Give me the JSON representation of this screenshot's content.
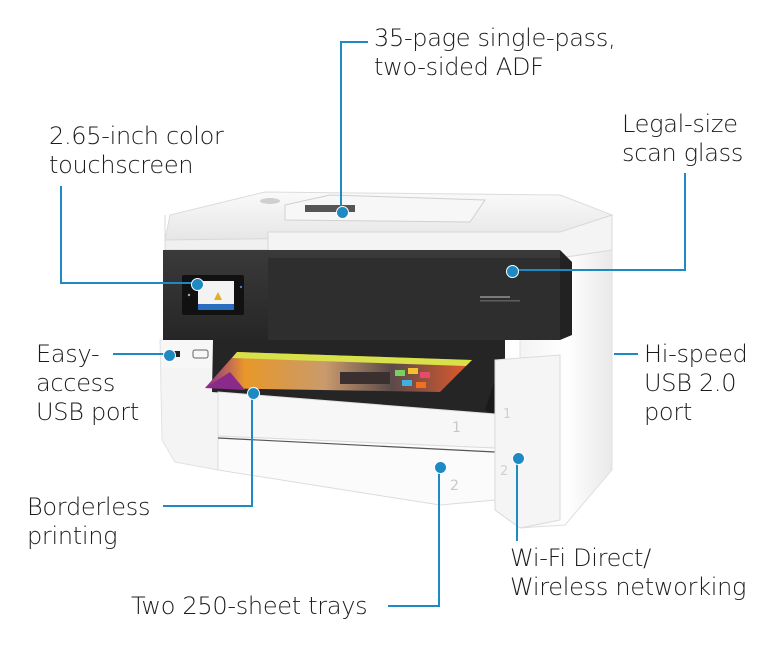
{
  "product_image": {
    "subject": "HP OfficeJet Pro wide-format all-in-one printer",
    "accent_color": "#1e8ac4",
    "tray_numbers": [
      "1",
      "1",
      "2",
      "2"
    ]
  },
  "callouts": [
    {
      "id": "adf",
      "lines": [
        "35-page single-pass,",
        "two-sided ADF"
      ]
    },
    {
      "id": "touchscreen",
      "lines": [
        "2.65-inch color",
        "touchscreen"
      ]
    },
    {
      "id": "scan-glass",
      "lines": [
        "Legal-size",
        "scan glass"
      ]
    },
    {
      "id": "usb-front",
      "lines": [
        "Easy-",
        "access",
        "USB port"
      ]
    },
    {
      "id": "usb-rear",
      "lines": [
        "Hi-speed",
        "USB 2.0",
        "port"
      ]
    },
    {
      "id": "borderless",
      "lines": [
        "Borderless",
        "printing"
      ]
    },
    {
      "id": "trays",
      "lines": [
        "Two 250-sheet trays"
      ]
    },
    {
      "id": "wireless",
      "lines": [
        "Wi-Fi Direct/",
        "Wireless networking"
      ]
    }
  ]
}
